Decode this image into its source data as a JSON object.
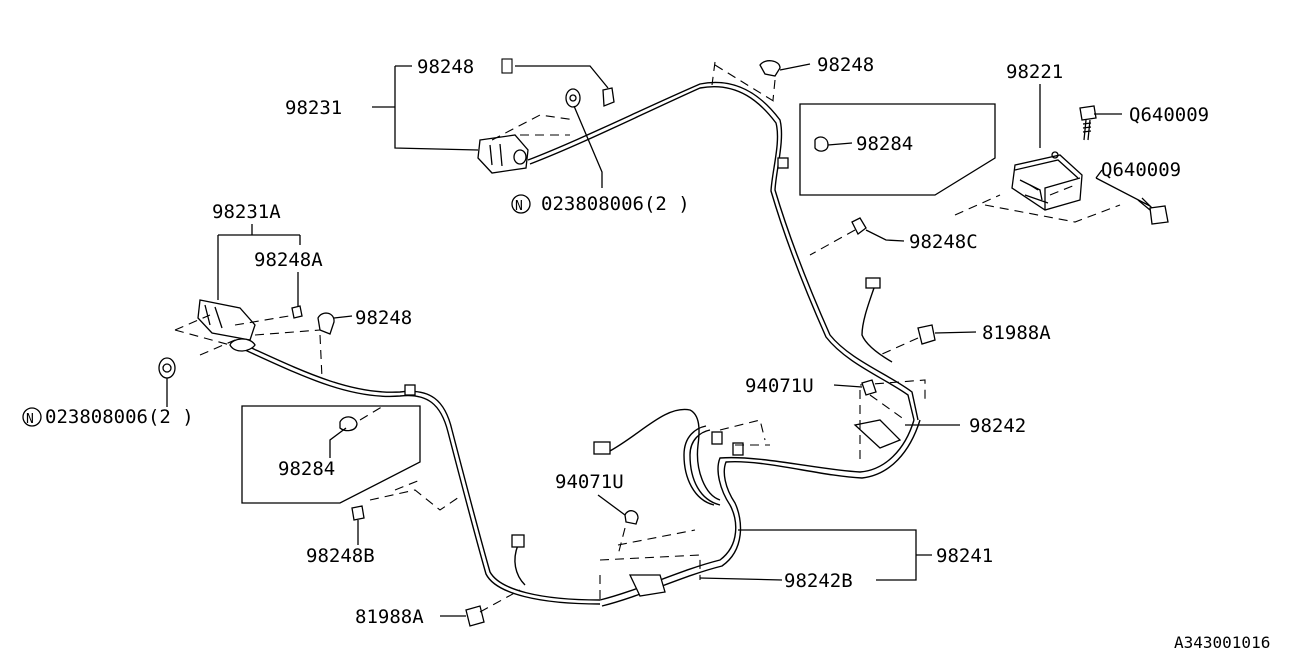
{
  "labels": {
    "p98248_top_left": "98248",
    "p98248_top_right": "98248",
    "p98231": "98231",
    "n023808006_top": "023808006(2 )",
    "p98284_top": "98284",
    "p98221": "98221",
    "q640009_a": "Q640009",
    "q640009_b": "Q640009",
    "p98248c": "98248C",
    "p98231a": "98231A",
    "p98248a": "98248A",
    "p98248_mid": "98248",
    "p81988a_right": "81988A",
    "n023808006_left": "023808006(2 )",
    "p94071u_right": "94071U",
    "p98242": "98242",
    "p98284_left": "98284",
    "p94071u_left": "94071U",
    "p98241": "98241",
    "p98248b": "98248B",
    "p98242b": "98242B",
    "p81988a_bottom": "81988A",
    "n_symbol": "N",
    "diagram_code": "A343001016"
  }
}
